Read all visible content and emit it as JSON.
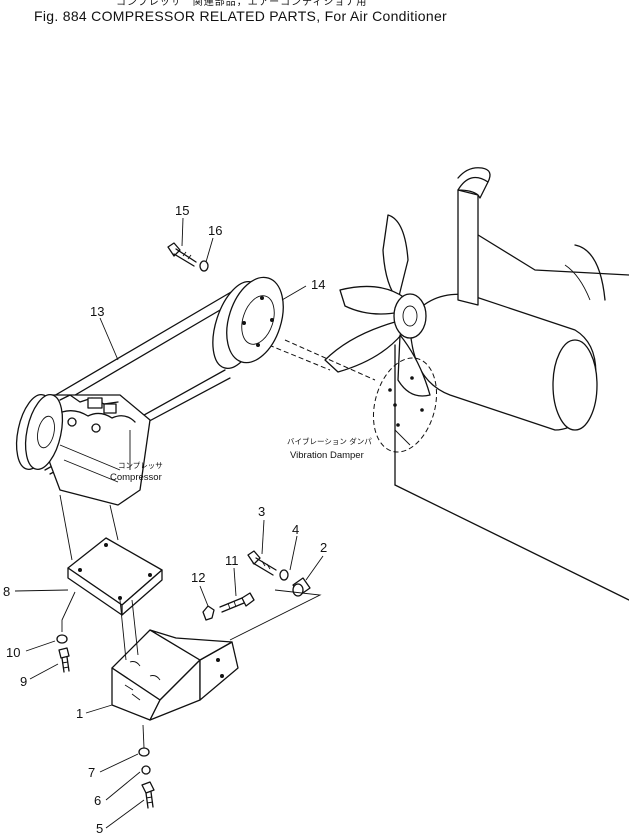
{
  "header": {
    "title_jp": "コンプレッサ　関連部品，エアーコンディショナ用",
    "title": "Fig. 884  COMPRESSOR RELATED PARTS, For Air Conditioner"
  },
  "labels": {
    "compressor_jp": "コンプレッサ",
    "compressor": "Compressor",
    "damper_jp": "バイブレーション ダンパ",
    "damper": "Vibration Damper"
  },
  "callouts": {
    "c1": "1",
    "c2": "2",
    "c3": "3",
    "c4": "4",
    "c5": "5",
    "c6": "6",
    "c7": "7",
    "c8": "8",
    "c9": "9",
    "c10": "10",
    "c11": "11",
    "c12": "12",
    "c13": "13",
    "c14": "14",
    "c15": "15",
    "c16": "16"
  }
}
